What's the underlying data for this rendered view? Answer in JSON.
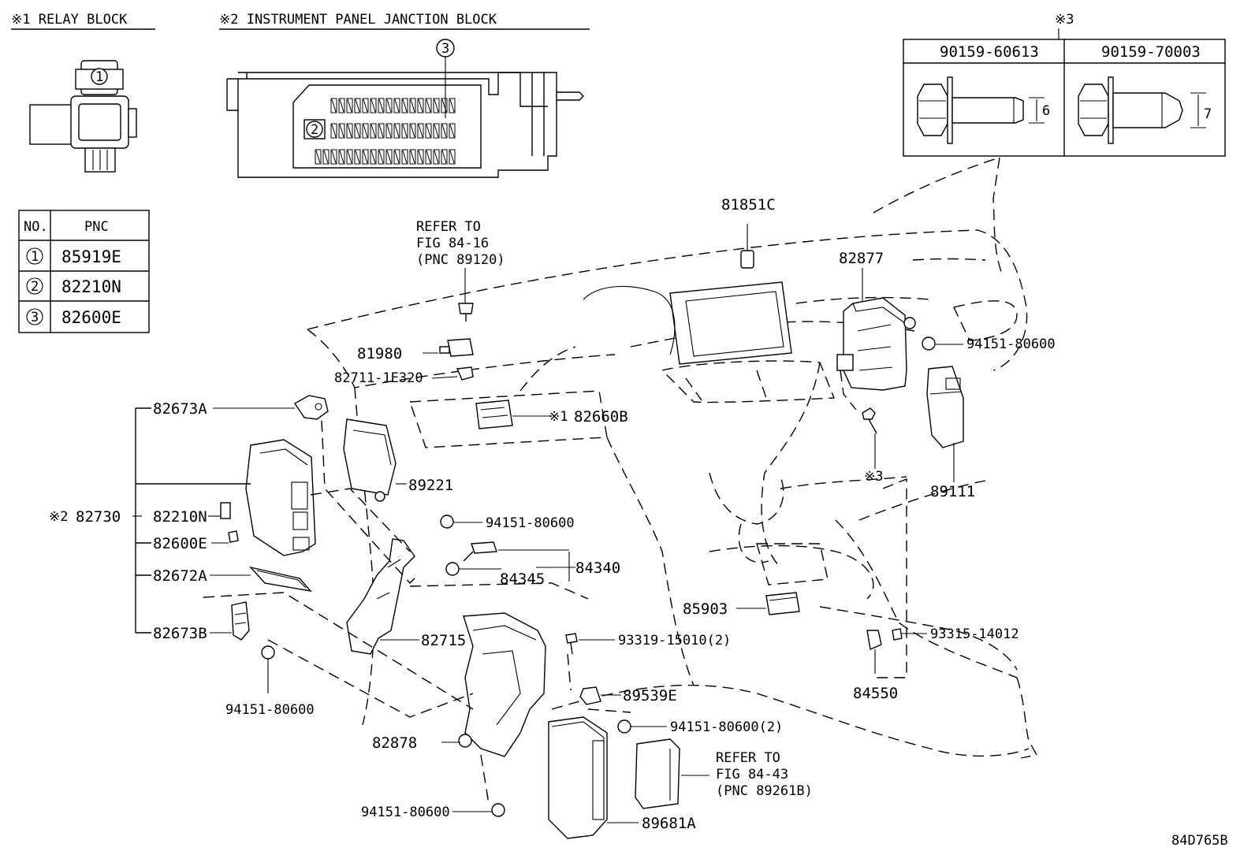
{
  "headers": {
    "relay_block": "※1 RELAY BLOCK",
    "junction_block": "※2 INSTRUMENT PANEL JANCTION BLOCK",
    "bolt_ref": "※3"
  },
  "pnc_table": {
    "col_no": "NO.",
    "col_pnc": "PNC",
    "rows": [
      {
        "no": "1",
        "pnc": "85919E"
      },
      {
        "no": "2",
        "pnc": "82210N"
      },
      {
        "no": "3",
        "pnc": "82600E"
      }
    ]
  },
  "callouts": {
    "c1": "1",
    "c2": "2",
    "c3": "3"
  },
  "bolt_table": {
    "col1": "90159-60613",
    "col2": "90159-70003",
    "dim1": "6",
    "dim2": "7"
  },
  "labels": {
    "p81851c": "81851C",
    "p82877": "82877",
    "p94151_top": "94151-80600",
    "p89111": "89111",
    "p_ref3": "※3",
    "ref1_l1": "REFER TO",
    "ref1_l2": "FIG 84-16",
    "ref1_l3": "(PNC 89120)",
    "p81980": "81980",
    "p82711": "82711-1E320",
    "p82660b_mark": "※1",
    "p82660b": "82660B",
    "p82673a": "82673A",
    "p89221": "89221",
    "p82730_mark": "※2",
    "p82730": "82730",
    "p82210n": "82210N",
    "p82600e": "82600E",
    "p94151_mid": "94151-80600",
    "p84340": "84340",
    "p84345": "84345",
    "p82672a": "82672A",
    "p85903": "85903",
    "p93315": "93315-14012",
    "p82715": "82715",
    "p93319": "93319-15010(2)",
    "p82673b": "82673B",
    "p84550": "84550",
    "p89539e": "89539E",
    "p94151_left": "94151-80600",
    "p94151_2": "94151-80600(2)",
    "p82878": "82878",
    "ref2_l1": "REFER TO",
    "ref2_l2": "FIG 84-43",
    "ref2_l3": "(PNC 89261B)",
    "p94151_bot": "94151-80600",
    "p89681a": "89681A",
    "fig_code": "84D765B"
  }
}
